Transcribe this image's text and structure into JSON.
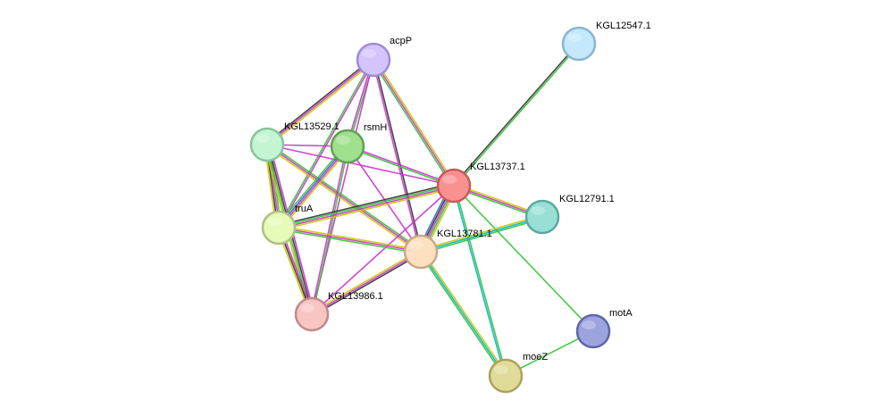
{
  "nodes": [
    {
      "id": "acpP",
      "label": "acpP",
      "color": "#d4c4fb",
      "stroke": "#9f8cd6"
    },
    {
      "id": "KGL12547.1",
      "label": "KGL12547.1",
      "color": "#c4e8fc",
      "stroke": "#8ab4d4"
    },
    {
      "id": "KGL13529.1",
      "label": "KGL13529.1",
      "color": "#c3f5d2",
      "stroke": "#86c49b"
    },
    {
      "id": "rsmH",
      "label": "rsmH",
      "color": "#9fe08e",
      "stroke": "#5fa252"
    },
    {
      "id": "KGL13737.1",
      "label": "KGL13737.1",
      "color": "#fa9191",
      "stroke": "#c85a5a"
    },
    {
      "id": "KGL12791.1",
      "label": "KGL12791.1",
      "color": "#98e0d6",
      "stroke": "#5ca89f"
    },
    {
      "id": "truA",
      "label": "truA",
      "color": "#e6fbb8",
      "stroke": "#aebf82"
    },
    {
      "id": "KGL13781.1",
      "label": "KGL13781.1",
      "color": "#fde0bf",
      "stroke": "#c9a887"
    },
    {
      "id": "KGL13986.1",
      "label": "KGL13986.1",
      "color": "#f8c4c4",
      "stroke": "#c08a8a"
    },
    {
      "id": "motA",
      "label": "motA",
      "color": "#9ca4de",
      "stroke": "#5d66a8"
    },
    {
      "id": "moeZ",
      "label": "moeZ",
      "color": "#e0db98",
      "stroke": "#a9a35c"
    }
  ],
  "edges": [
    {
      "from": "KGL12547.1",
      "to": "KGL13737.1",
      "colors": [
        "#36c136",
        "#333333"
      ]
    },
    {
      "from": "acpP",
      "to": "KGL13529.1",
      "colors": [
        "#c8c800",
        "#cc33cc",
        "#333333"
      ]
    },
    {
      "from": "acpP",
      "to": "rsmH",
      "colors": [
        "#36c136",
        "#cc33cc"
      ]
    },
    {
      "from": "acpP",
      "to": "truA",
      "colors": [
        "#cc33cc",
        "#36c136"
      ]
    },
    {
      "from": "acpP",
      "to": "KGL13737.1",
      "colors": [
        "#c8c800",
        "#cc33cc",
        "#36c136"
      ]
    },
    {
      "from": "acpP",
      "to": "KGL13781.1",
      "colors": [
        "#333333",
        "#cc33cc"
      ]
    },
    {
      "from": "acpP",
      "to": "KGL13986.1",
      "colors": [
        "#cc33cc"
      ]
    },
    {
      "from": "KGL13529.1",
      "to": "rsmH",
      "colors": [
        "#cc33cc"
      ]
    },
    {
      "from": "KGL13529.1",
      "to": "KGL13737.1",
      "colors": [
        "#cc33cc"
      ]
    },
    {
      "from": "KGL13529.1",
      "to": "truA",
      "colors": [
        "#36c136",
        "#cc33cc",
        "#333333",
        "#c8c800"
      ]
    },
    {
      "from": "KGL13529.1",
      "to": "KGL13781.1",
      "colors": [
        "#36c136",
        "#cc33cc",
        "#c8c800"
      ]
    },
    {
      "from": "KGL13529.1",
      "to": "KGL13986.1",
      "colors": [
        "#cc33cc",
        "#333333",
        "#36c136",
        "#c8c800"
      ]
    },
    {
      "from": "rsmH",
      "to": "KGL13737.1",
      "colors": [
        "#cc33cc",
        "#36c136"
      ]
    },
    {
      "from": "rsmH",
      "to": "truA",
      "colors": [
        "#c8c800",
        "#cc33cc",
        "#3366cc",
        "#36c136"
      ]
    },
    {
      "from": "rsmH",
      "to": "KGL13781.1",
      "colors": [
        "#cc33cc"
      ]
    },
    {
      "from": "rsmH",
      "to": "KGL13986.1",
      "colors": [
        "#36c136",
        "#cc33cc"
      ]
    },
    {
      "from": "KGL13737.1",
      "to": "KGL12791.1",
      "colors": [
        "#c8c800",
        "#cc33cc",
        "#36c136"
      ]
    },
    {
      "from": "KGL13737.1",
      "to": "truA",
      "colors": [
        "#c8c800",
        "#cc33cc",
        "#36c136",
        "#333333"
      ]
    },
    {
      "from": "KGL13737.1",
      "to": "KGL13781.1",
      "colors": [
        "#c8c800",
        "#36c136",
        "#cc33cc",
        "#333333",
        "#3366cc"
      ]
    },
    {
      "from": "KGL13737.1",
      "to": "KGL13986.1",
      "colors": [
        "#cc33cc"
      ]
    },
    {
      "from": "KGL13737.1",
      "to": "motA",
      "colors": [
        "#36c136"
      ]
    },
    {
      "from": "KGL13737.1",
      "to": "moeZ",
      "colors": [
        "#36c136",
        "#00b2c8"
      ]
    },
    {
      "from": "KGL13781.1",
      "to": "KGL12791.1",
      "colors": [
        "#c8c800",
        "#00b2c8",
        "#36c136"
      ]
    },
    {
      "from": "truA",
      "to": "KGL13781.1",
      "colors": [
        "#c8c800",
        "#cc33cc",
        "#36c136"
      ]
    },
    {
      "from": "truA",
      "to": "KGL13986.1",
      "colors": [
        "#cc33cc",
        "#333333",
        "#c8c800"
      ]
    },
    {
      "from": "KGL13781.1",
      "to": "KGL13986.1",
      "colors": [
        "#333333",
        "#cc33cc",
        "#c8c800"
      ]
    },
    {
      "from": "KGL13781.1",
      "to": "moeZ",
      "colors": [
        "#c8c800",
        "#00b2c8",
        "#36c136"
      ]
    },
    {
      "from": "motA",
      "to": "moeZ",
      "colors": [
        "#36c136"
      ]
    }
  ]
}
